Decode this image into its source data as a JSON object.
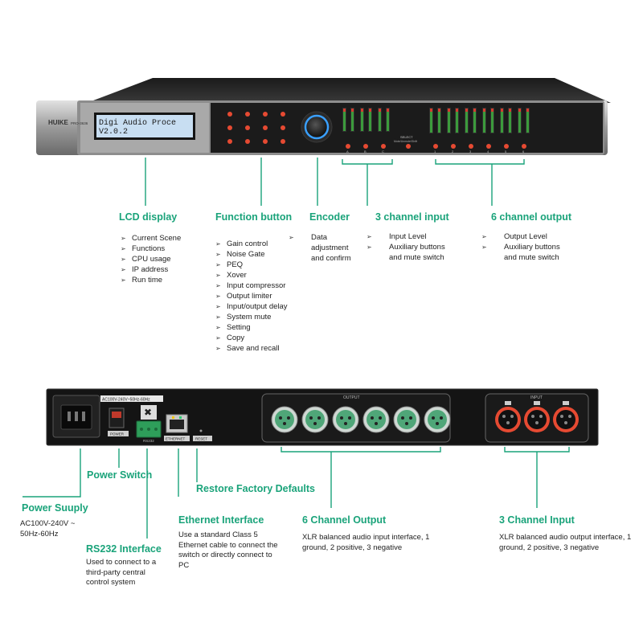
{
  "front": {
    "brand": "HUIKE",
    "model": "PRO-3636",
    "lcd_line1": "Digi Audio Proce",
    "lcd_line2": "V2.0.2",
    "select_label": "SELECT",
    "select_sub": "Mute/Unmute/Shift",
    "input_channels": [
      "A",
      "B",
      "C"
    ],
    "output_channels": [
      "1",
      "2",
      "3",
      "4",
      "5",
      "6"
    ]
  },
  "annotations": {
    "lcd": {
      "title": "LCD display",
      "items": [
        "Current Scene",
        "Functions",
        "CPU usage",
        "IP address",
        "Run time"
      ]
    },
    "function": {
      "title": "Function button",
      "items": [
        "Gain control",
        "Noise Gate",
        "PEQ",
        "Xover",
        "Input compressor",
        "Output limiter",
        "Input/output delay",
        "System mute",
        "Setting",
        "Copy",
        "Save and recall"
      ]
    },
    "encoder": {
      "title": "Encoder",
      "items": [
        "Data adjustment and confirm"
      ]
    },
    "input3": {
      "title": "3 channel input",
      "items": [
        "Input Level",
        "Auxiliary buttons and mute switch"
      ]
    },
    "output6": {
      "title": "6 channel output",
      "items": [
        "Output Level",
        "Auxiliary buttons and mute switch"
      ]
    }
  },
  "rear": {
    "ac_label": "AC100V-240V~50Hz-60Hz",
    "power_label": "POWER",
    "rs232_label": "RS232",
    "ethernet_label": "ETHERNET",
    "reset_label": "RESET",
    "output_header": "OUTPUT",
    "input_header": "INPUT"
  },
  "rear_annotations": {
    "power_supply": {
      "title": "Power Suuply",
      "desc": "AC100V-240V ~ 50Hz-60Hz"
    },
    "power_switch": {
      "title": "Power Switch"
    },
    "rs232": {
      "title": "RS232 Interface",
      "desc": "Used to connect to a third-party central control system"
    },
    "ethernet": {
      "title": "Ethernet Interface",
      "desc": "Use a standard Class 5 Ethernet cable to connect the switch or directly connect to PC"
    },
    "restore": {
      "title": "Restore Factory Defaults"
    },
    "output6": {
      "title": "6 Channel Output",
      "desc": "XLR balanced audio input interface, 1 ground, 2 positive, 3 negative"
    },
    "input3": {
      "title": "3 Channel Input",
      "desc": "XLR balanced audio output interface, 1 ground, 2 positive, 3 negative"
    }
  },
  "colors": {
    "accent": "#1aa37a",
    "panel": "#1b1b1b",
    "lcd": "#c8def2",
    "red_ring": "#e64a32",
    "xlr_green": "#4fa678"
  }
}
